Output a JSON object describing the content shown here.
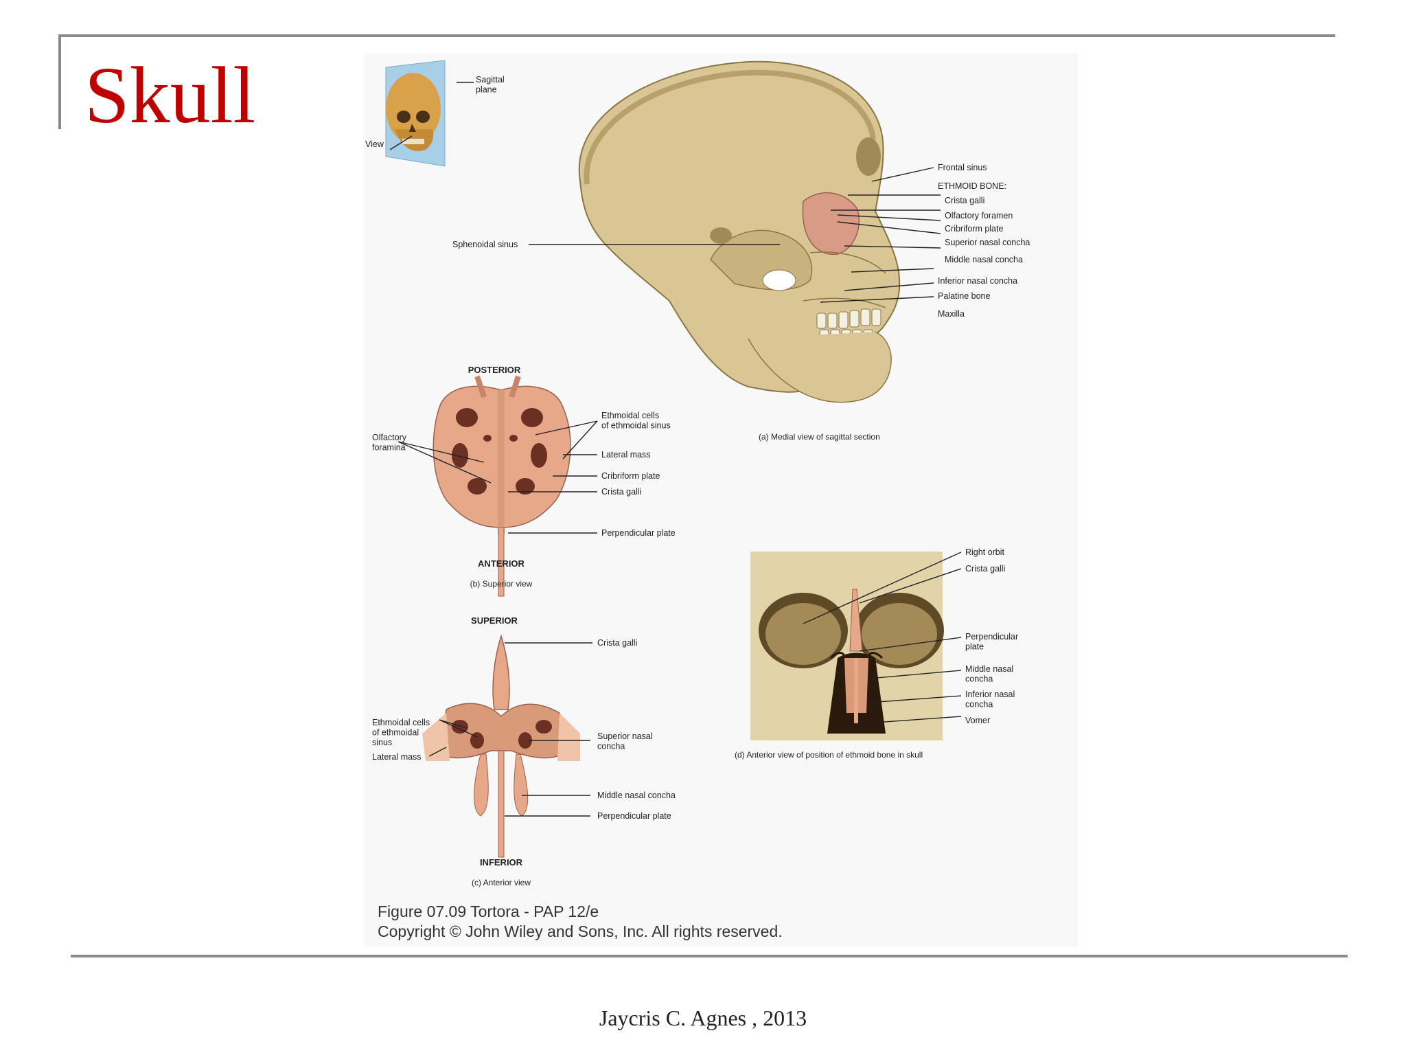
{
  "slide": {
    "title": "Skull",
    "footer": "Jaycris C. Agnes , 2013"
  },
  "figure": {
    "inset": {
      "plane_label": "Sagittal\nplane",
      "view_label": "View"
    },
    "panel_a": {
      "caption": "(a) Medial view of sagittal section",
      "labels": {
        "sphenoidal_sinus": "Sphenoidal sinus",
        "frontal_sinus": "Frontal sinus",
        "ethmoid_bone": "ETHMOID BONE:",
        "crista_galli": "Crista galli",
        "olfactory_foramen": "Olfactory foramen",
        "cribriform_plate": "Cribriform plate",
        "superior_nasal_concha": "Superior nasal concha",
        "middle_nasal_concha": "Middle nasal concha",
        "inferior_nasal_concha": "Inferior nasal concha",
        "palatine_bone": "Palatine bone",
        "maxilla": "Maxilla"
      }
    },
    "panel_b": {
      "caption": "(b) Superior view",
      "top_dir": "POSTERIOR",
      "bottom_dir": "ANTERIOR",
      "labels": {
        "olfactory_foramina": "Olfactory\nforamina",
        "ethmoidal_cells": "Ethmoidal cells\nof ethmoidal sinus",
        "lateral_mass": "Lateral mass",
        "cribriform_plate": "Cribriform plate",
        "crista_galli": "Crista galli",
        "perpendicular_plate": "Perpendicular plate"
      }
    },
    "panel_c": {
      "caption": "(c) Anterior view",
      "top_dir": "SUPERIOR",
      "bottom_dir": "INFERIOR",
      "labels": {
        "crista_galli": "Crista galli",
        "ethmoidal_cells": "Ethmoidal cells\nof ethmoidal\nsinus",
        "lateral_mass": "Lateral mass",
        "superior_nasal_concha": "Superior nasal\nconcha",
        "middle_nasal_concha": "Middle nasal concha",
        "perpendicular_plate": "Perpendicular plate"
      }
    },
    "panel_d": {
      "caption": "(d) Anterior view of position of ethmoid bone in skull",
      "labels": {
        "right_orbit": "Right orbit",
        "crista_galli": "Crista galli",
        "perpendicular_plate": "Perpendicular\nplate",
        "middle_nasal_concha": "Middle nasal\nconcha",
        "inferior_nasal_concha": "Inferior nasal\nconcha",
        "vomer": "Vomer"
      }
    },
    "credit_line1": "Figure 07.09  Tortora - PAP 12/e",
    "credit_line2": "Copyright © John Wiley and Sons, Inc. All rights reserved."
  },
  "colors": {
    "title": "#c00000",
    "bone": "#d9c694",
    "ethmoid": "#e6a888",
    "rule": "#8a8a8a"
  }
}
